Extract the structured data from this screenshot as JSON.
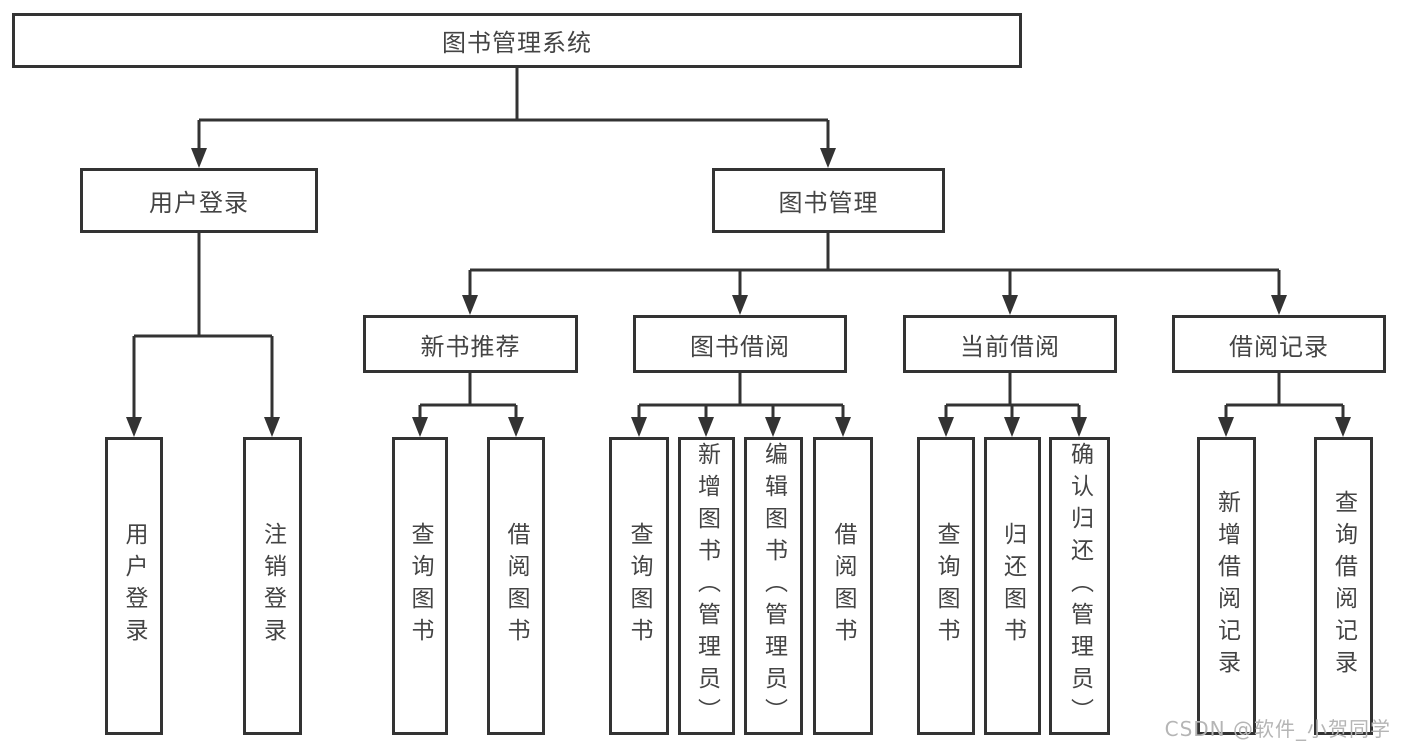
{
  "colors": {
    "line": "#333333",
    "text": "#444444",
    "watermark": "#b5b5b5",
    "background": "#ffffff"
  },
  "watermark": "CSDN @软件_小贺同学",
  "nodes": {
    "root": "图书管理系统",
    "user_login": {
      "label": "用户登录",
      "children": [
        "用户登录",
        "注销登录"
      ]
    },
    "book_management": {
      "label": "图书管理",
      "children": [
        {
          "label": "新书推荐",
          "children": [
            "查询图书",
            "借阅图书"
          ]
        },
        {
          "label": "图书借阅",
          "children": [
            "查询图书",
            "新增图书（管理员）",
            "编辑图书（管理员）",
            "借阅图书"
          ]
        },
        {
          "label": "当前借阅",
          "children": [
            "查询图书",
            "归还图书",
            "确认归还（管理员）"
          ]
        },
        {
          "label": "借阅记录",
          "children": [
            "新增借阅记录",
            "查询借阅记录"
          ]
        }
      ]
    }
  }
}
